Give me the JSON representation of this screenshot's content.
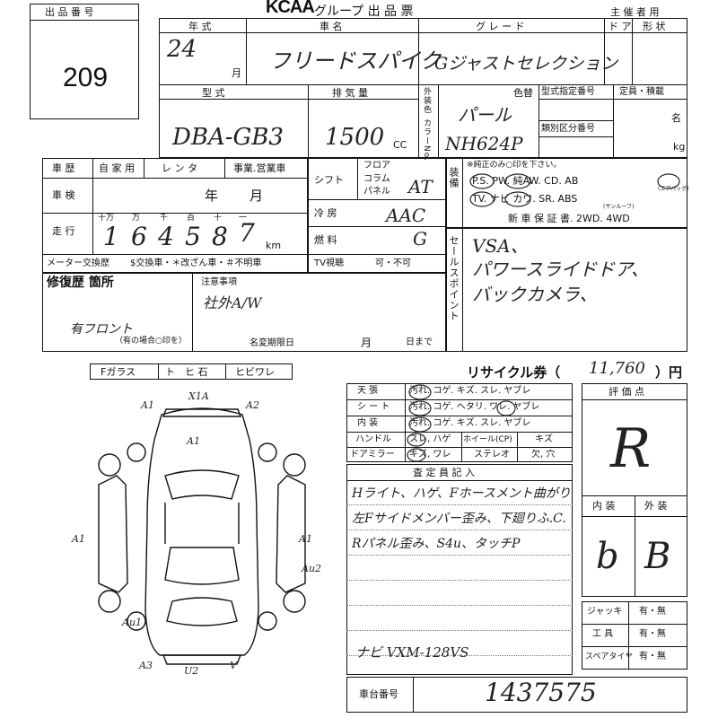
{
  "lot": {
    "label": "出 品 番 号",
    "number": "209"
  },
  "header": {
    "brand": "KCAA",
    "title": "グループ 出 品 票",
    "organizer": "主 催 者 用"
  },
  "row1": {
    "year_label": "年 式",
    "car_label": "車 名",
    "grade_label": "グ レ ー ド",
    "door_label": "ド ア",
    "shape_label": "形 状",
    "year": "24",
    "month_unit": "月",
    "car_name": "フリードスパイク",
    "grade": "Gジャストセレクション"
  },
  "row2": {
    "model_label": "型 式",
    "disp_label": "排 気 量",
    "ext_color_label": "外装色",
    "color_no_label": "カラーNo.",
    "color_change": "色替",
    "type_no_label": "型式指定番号",
    "class_no_label": "類別区分番号",
    "capacity_label": "定員・積載",
    "persons_unit": "名",
    "kg_unit": "kg",
    "model": "DBA-GB3",
    "displacement": "1500",
    "cc": "CC",
    "color": "パール",
    "color_no": "NH624P"
  },
  "history": {
    "label": "車 歴",
    "opt1": "自 家 用",
    "opt2": "レ ン タ",
    "opt3": "事業.営業車"
  },
  "inspection": {
    "label": "車 検",
    "year": "年",
    "month": "月"
  },
  "mileage": {
    "label": "走 行",
    "units": [
      "十万",
      "万",
      "千",
      "百",
      "十",
      "一"
    ],
    "digits": [
      "1",
      "6",
      "4",
      "5",
      "8",
      "7"
    ],
    "unit": "km"
  },
  "meter": {
    "label": "メーター交換歴",
    "text": "$交換車・＊改ざん車・＃不明車"
  },
  "shift": {
    "label": "シフト",
    "opt_floor": "フロア",
    "opt_column": "コラム",
    "opt_panel": "パネル",
    "value": "AT"
  },
  "aircon": {
    "label": "冷 房",
    "value": "AAC"
  },
  "fuel": {
    "label": "燃 料",
    "value": "G"
  },
  "tv": {
    "label": "TV視聴",
    "text": "可・不可"
  },
  "equipment": {
    "label": "装備",
    "note": "※純正のみ○印を下さい。",
    "line1": "P.S. PW. 純AW. CD. AB",
    "airbag": "(エアバッグ)",
    "line2": "TV. ナビ カワ. SR. ABS",
    "sunroof": "(サンルーフ)",
    "line3": "新 車 保 証 書. 2WD. 4WD"
  },
  "sales_point": {
    "label": "セールスポイント",
    "lines": [
      "VSA、",
      "パワースライドドア、",
      "バックカメラ、"
    ]
  },
  "repair": {
    "label": "修復歴 箇所",
    "note_label": "注意事項",
    "note_value": "社外A/W",
    "handnote": "有フロント",
    "footnote": "（有の場合○印を）",
    "deadline_label": "名変期限日",
    "month": "月",
    "day_until": "日まで"
  },
  "glass": {
    "label": "Fガラス",
    "opt1": "ト",
    "opt2": "ヒ 石",
    "opt3": "ヒビワレ"
  },
  "recycle": {
    "label": "リサイクル券（",
    "value": "11,760",
    "unit": "）円"
  },
  "interior_table": {
    "rows": [
      {
        "label": "天 張",
        "items": "汚れ. コゲ. キズ. スレ. ヤブレ"
      },
      {
        "label": "シ ー ト",
        "items": "汚れ. コゲ. ヘタリ. ワレ. ヤブレ"
      },
      {
        "label": "内 装",
        "items": "汚れ. コゲ. キズ. スレ. ヤブレ"
      },
      {
        "label": "ハンドル",
        "items": "スレ, ハゲ"
      },
      {
        "label": "ドアミラー",
        "items": "キズ, ワレ"
      }
    ],
    "row4_mid": "ホイール(CP)",
    "row4_right": "キズ",
    "row5_mid": "ステレオ",
    "row5_right": "欠, 穴"
  },
  "inspector": {
    "label": "査 定 員 記 入",
    "lines": [
      "Hライト、ハゲ、Fホースメント曲がり",
      "左Fサイドメンバー歪み、下廻りふ.C.",
      "Rパネル歪み、S4u、タッチP"
    ],
    "bottom": "ナビ VXM-128VS"
  },
  "score": {
    "label": "評 価 点",
    "value": "R",
    "interior_label": "内 装",
    "exterior_label": "外 装",
    "interior": "b",
    "exterior": "B"
  },
  "tools": {
    "rows": [
      {
        "label": "ジャッキ",
        "value": "有・無"
      },
      {
        "label": "工 具",
        "value": "有・無"
      },
      {
        "label": "スペアタイヤ",
        "value": "有・無"
      }
    ]
  },
  "chassis": {
    "label": "車台番号",
    "value": "1437575"
  },
  "car_marks": {
    "a1_tl": "A1",
    "x1a": "X1A",
    "a2_tr": "A2",
    "a1_hood": "A1",
    "a1_left": "A1",
    "a1_right": "A1",
    "au2": "Au2",
    "au1": "Au1",
    "a3": "A3",
    "u2": "U2",
    "vmark": "V"
  }
}
